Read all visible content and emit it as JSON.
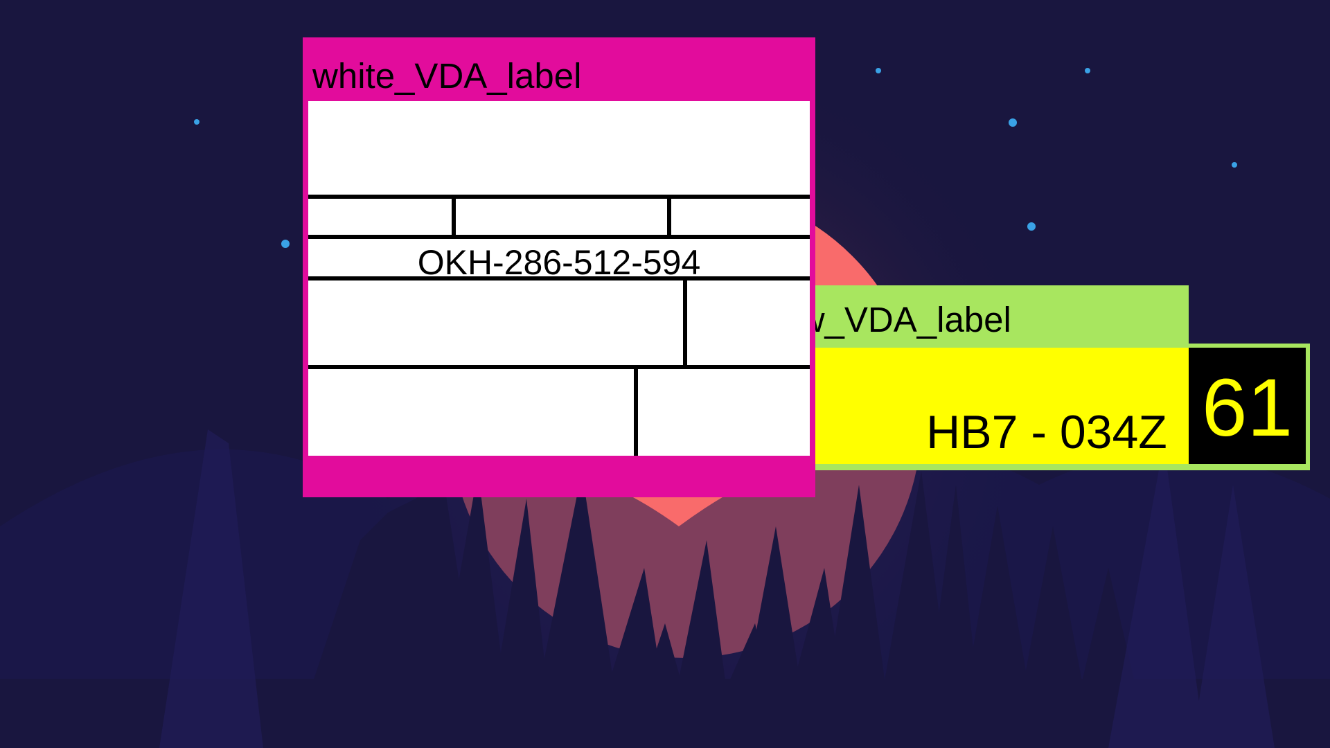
{
  "windows": {
    "white_label": {
      "title": "white_VDA_label",
      "code": "OKH-286-512-594",
      "accent_color": "#e20c9c"
    },
    "yellow_label": {
      "title": "low_VDA_label",
      "code": "HB7 - 034Z",
      "number": "61",
      "accent_color": "#a8e65f",
      "plate_color": "#ffff00"
    }
  },
  "wallpaper": {
    "background_color": "#19163f",
    "moon_color": "#f96b6b",
    "star_color": "#3aa2e6"
  }
}
